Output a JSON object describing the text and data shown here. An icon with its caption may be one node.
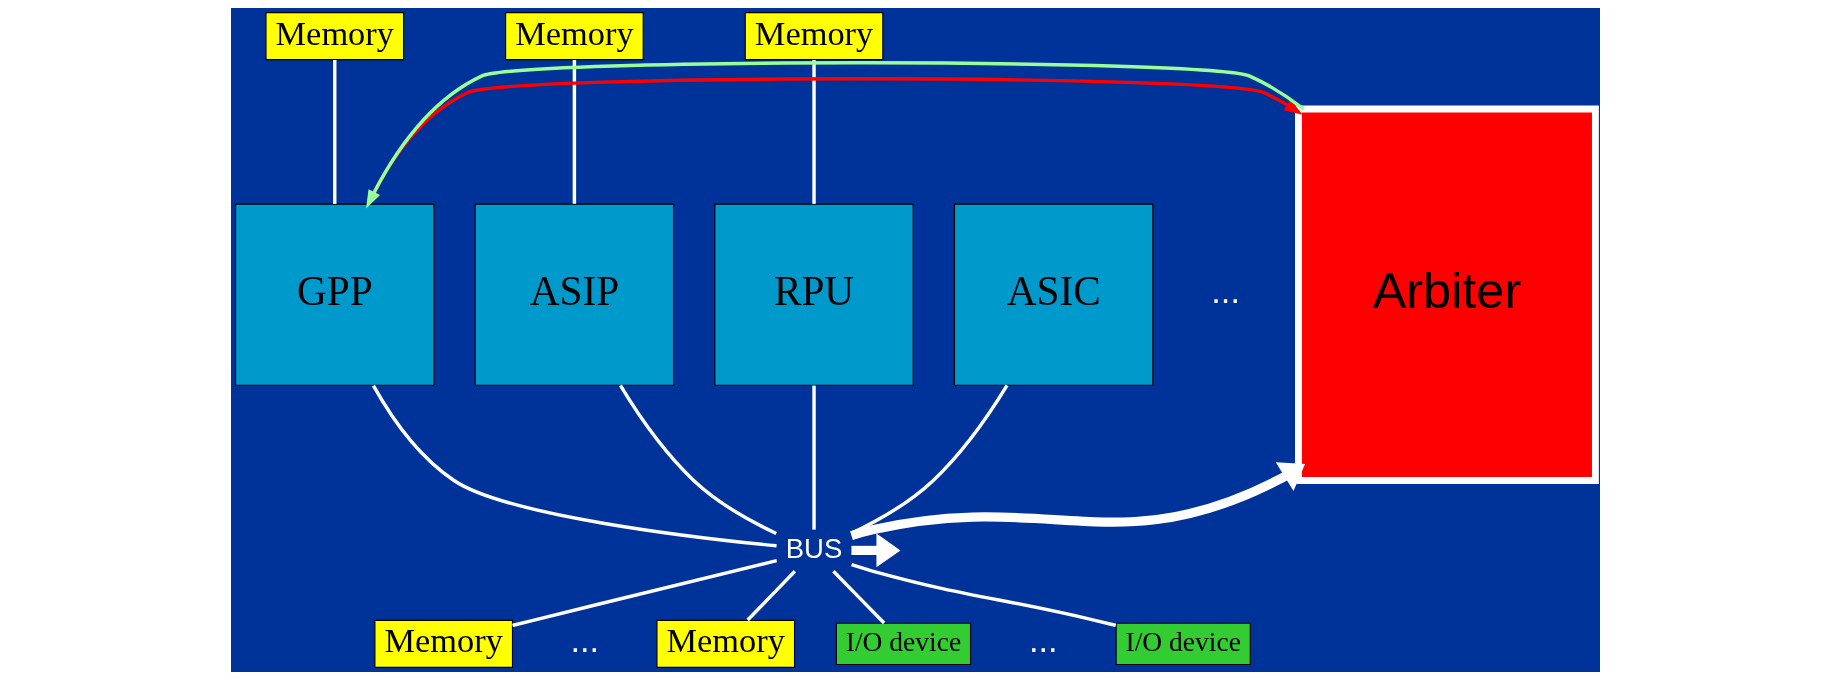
{
  "diagram": {
    "nodes": [
      {
        "text": [
          "Memory"
        ]
      },
      {
        "text": [
          "Memory"
        ]
      },
      {
        "text": [
          "Memory"
        ]
      },
      {
        "text": [
          "GPP"
        ]
      },
      {
        "text": [
          "ASIP"
        ]
      },
      {
        "text": [
          "RPU"
        ]
      },
      {
        "text": [
          "ASIC"
        ]
      },
      {
        "text": [
          "Arbiter"
        ]
      },
      {
        "text": [
          "BUS"
        ]
      },
      {
        "text": [
          "Memory"
        ]
      },
      {
        "text": [
          "Memory"
        ]
      },
      {
        "text": [
          "I/O device"
        ]
      },
      {
        "text": [
          "I/O device"
        ]
      }
    ],
    "edges": [
      {
        "from": 0,
        "to": 3,
        "arrow": "none"
      },
      {
        "from": 1,
        "to": 4,
        "arrow": "none"
      },
      {
        "from": 2,
        "to": 5,
        "arrow": "none"
      },
      {
        "from": 3,
        "to": 8,
        "arrow": "none"
      },
      {
        "from": 4,
        "to": 8,
        "arrow": "none"
      },
      {
        "from": 5,
        "to": 8,
        "arrow": "none"
      },
      {
        "from": 6,
        "to": 8,
        "arrow": "none"
      },
      {
        "from": 8,
        "to": 9,
        "arrow": "none"
      },
      {
        "from": 8,
        "to": 10,
        "arrow": "none"
      },
      {
        "from": 8,
        "to": 11,
        "arrow": "none"
      },
      {
        "from": 8,
        "to": 12,
        "arrow": "none"
      },
      {
        "from": 8,
        "to": 7,
        "arrow": "to",
        "style": "thick"
      },
      {
        "from": 8,
        "to": null,
        "arrow": "to",
        "style": "thick"
      },
      {
        "from": 3,
        "to": 7,
        "arrow": "to",
        "color": "#ff0000"
      },
      {
        "from": 7,
        "to": 3,
        "arrow": "to",
        "color": "#99ff99"
      }
    ],
    "labels": [
      "...",
      "...",
      "..."
    ]
  }
}
